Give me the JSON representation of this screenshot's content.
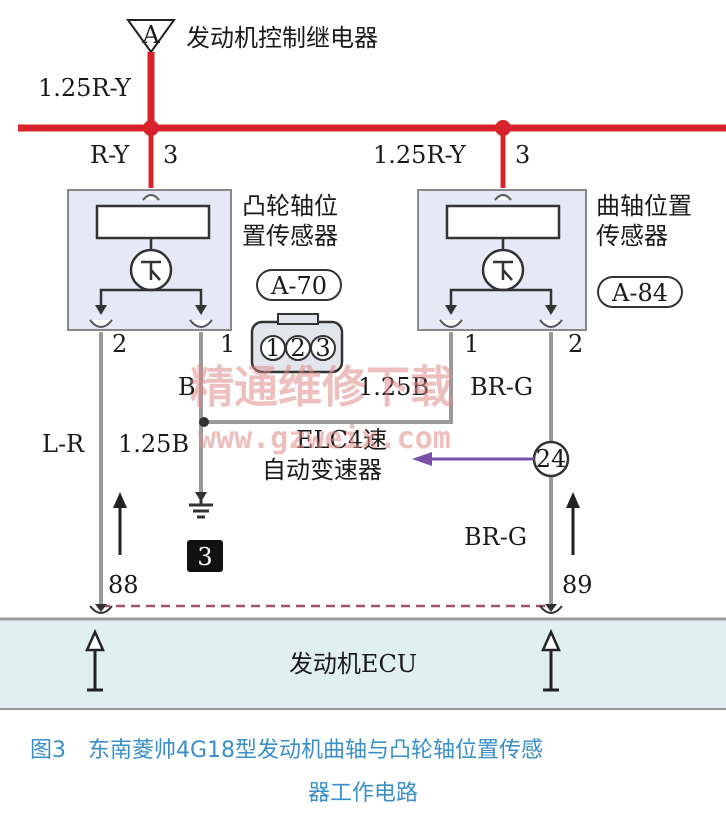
{
  "relay": {
    "connector": "A",
    "name": "发动机控制继电器"
  },
  "main_wire": {
    "label": "1.25R-Y"
  },
  "cam_sensor": {
    "title_line1": "凸轮轴位",
    "title_line2": "置传感器",
    "feed_wire": "R-Y",
    "feed_pin": "3",
    "connector": "A-70",
    "pin_left": "2",
    "pin_right": "1",
    "connector_pins": [
      "1",
      "2",
      "3"
    ]
  },
  "crank_sensor": {
    "title_line1": "曲轴位置",
    "title_line2": "传感器",
    "feed_wire": "1.25R-Y",
    "feed_pin": "3",
    "connector": "A-84",
    "pin_left": "1",
    "pin_right": "2"
  },
  "wires": {
    "cam_pin1": "B",
    "crank_pin1": "1.25B",
    "crank_pin2": "BR-G",
    "cam_signal": "L-R",
    "ground_branch": "1.25B",
    "crank_signal": "BR-G"
  },
  "ground": {
    "badge": "3"
  },
  "elc": {
    "line1": "ELC4速",
    "line2": "自动变速器",
    "junction": "24"
  },
  "ecu": {
    "name": "发动机ECU",
    "pin_left": "88",
    "pin_right": "89"
  },
  "caption": {
    "line1": "图3　东南菱帅4G18型发动机曲轴与凸轮轴位置传感",
    "line2": "器工作电路"
  },
  "watermark": {
    "cn": "精通维修下载",
    "url": "www.gzweix.com"
  },
  "colors": {
    "power_wire": "#d8232a",
    "sensor_fill": "#e6e8f5",
    "ecu_fill": "#dff0ee",
    "caption": "#3a8fc9"
  }
}
